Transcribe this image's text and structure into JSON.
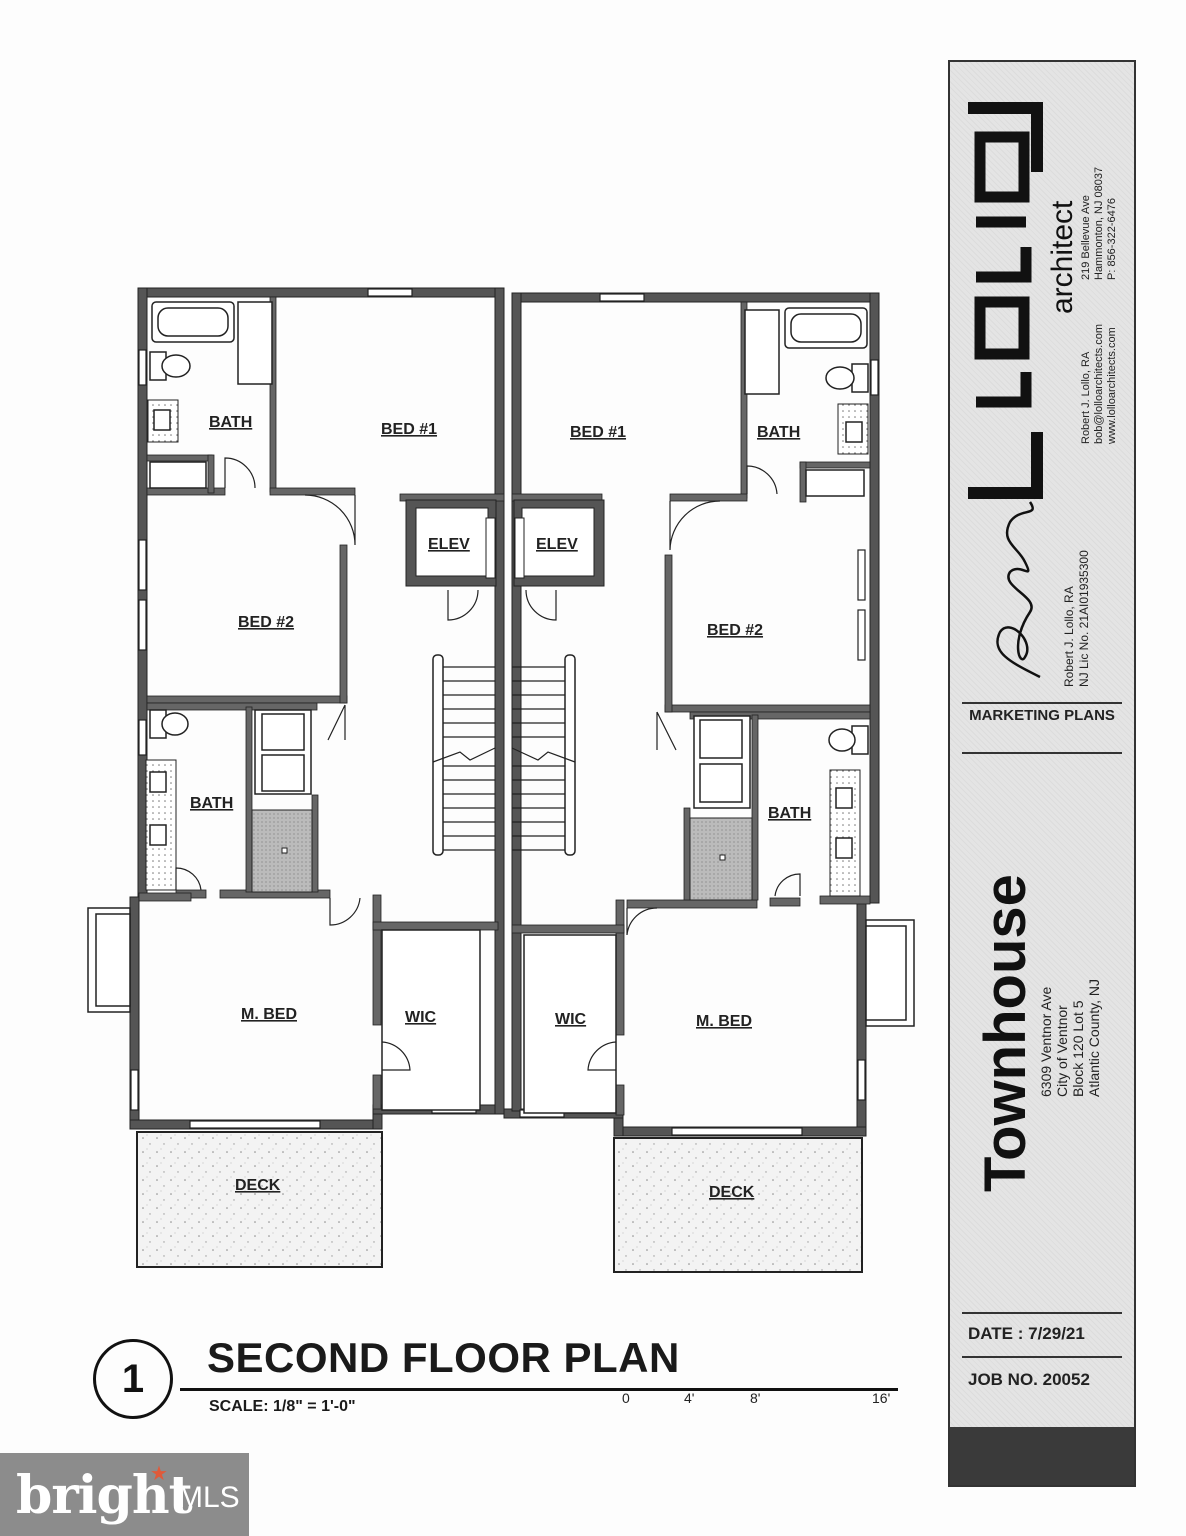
{
  "rooms_left": [
    "BATH",
    "BED #1",
    "ELEV",
    "BED #2",
    "BATH",
    "M. BED",
    "WIC",
    "DECK"
  ],
  "rooms_right": [
    "BED #1",
    "BATH",
    "ELEV",
    "BED #2",
    "BATH",
    "WIC",
    "M. BED",
    "DECK"
  ],
  "plan": {
    "number": "1",
    "title": "SECOND FLOOR PLAN",
    "scale": "SCALE: 1/8\"   =   1'-0\"",
    "scale_bar_labels": [
      "0",
      "4'",
      "8'",
      "16'"
    ]
  },
  "title_block": {
    "firm": "architect",
    "address": [
      "219 Bellevue Ave",
      "Hammonton, NJ 08037",
      "P: 856-322-6476"
    ],
    "contact": [
      "Robert J. Lollo, RA",
      "bob@lolloarchitects.com",
      "www.lolloarchitects.com"
    ],
    "license": [
      "Robert J. Lollo, RA",
      "NJ Lic No. 21AI01935300"
    ],
    "stage": "MARKETING PLANS",
    "project_title": "Townhouse",
    "project_address": [
      "6309 Ventnor Ave",
      "City of Ventnor",
      "Block 120  Lot 5",
      "Atlantic County, NJ"
    ],
    "date": "DATE : 7/29/21",
    "job": "JOB NO. 20052"
  },
  "watermark": {
    "brand": "bright",
    "suffix": "MLS",
    "accent_color": "#e05a3a"
  }
}
